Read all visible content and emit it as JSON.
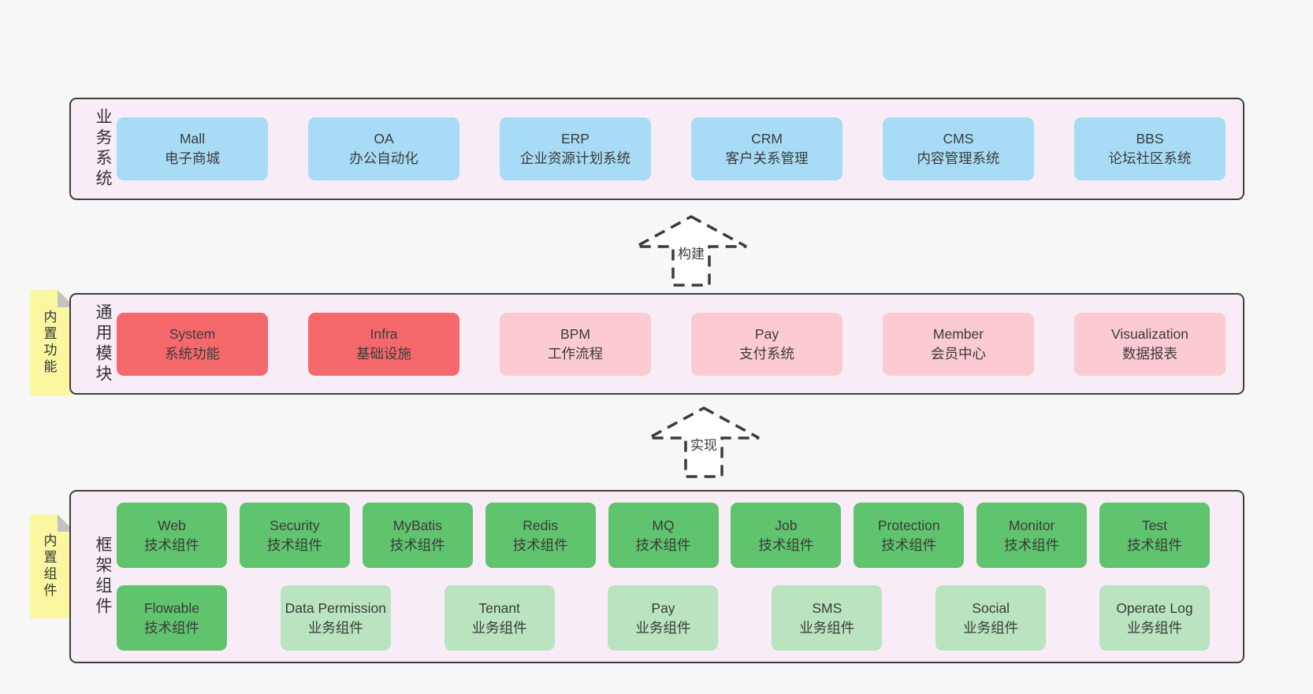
{
  "colors": {
    "page_bg": "#f7f7f7",
    "panel_bg": "#f8edf7",
    "panel_border": "#3f3f3f",
    "box_blue": "#a8dbf5",
    "box_red": "#f5696d",
    "box_pink": "#fbcad3",
    "box_green": "#5fc46d",
    "box_light_green": "#b9e4bf",
    "sticky_yellow": "#fbf7a0",
    "sticky_fold": "#c2c2c2",
    "text": "#3b3b3b",
    "arrow_stroke": "#3b3b3b"
  },
  "arrows": [
    {
      "label": "构建"
    },
    {
      "label": "实现"
    }
  ],
  "layers": [
    {
      "label": "业务系统",
      "boxes": [
        {
          "title": "Mall",
          "subtitle": "电子商城"
        },
        {
          "title": "OA",
          "subtitle": "办公自动化"
        },
        {
          "title": "ERP",
          "subtitle": "企业资源计划系统"
        },
        {
          "title": "CRM",
          "subtitle": "客户关系管理"
        },
        {
          "title": "CMS",
          "subtitle": "内容管理系统"
        },
        {
          "title": "BBS",
          "subtitle": "论坛社区系统"
        }
      ]
    },
    {
      "label": "通用模块",
      "note": "内置功能",
      "boxes": [
        {
          "title": "System",
          "subtitle": "系统功能"
        },
        {
          "title": "Infra",
          "subtitle": "基础设施"
        },
        {
          "title": "BPM",
          "subtitle": "工作流程"
        },
        {
          "title": "Pay",
          "subtitle": "支付系统"
        },
        {
          "title": "Member",
          "subtitle": "会员中心"
        },
        {
          "title": "Visualization",
          "subtitle": "数据报表"
        }
      ]
    },
    {
      "label": "框架组件",
      "note": "内置组件",
      "boxes": [
        {
          "title": "Web",
          "subtitle": "技术组件"
        },
        {
          "title": "Security",
          "subtitle": "技术组件"
        },
        {
          "title": "MyBatis",
          "subtitle": "技术组件"
        },
        {
          "title": "Redis",
          "subtitle": "技术组件"
        },
        {
          "title": "MQ",
          "subtitle": "技术组件"
        },
        {
          "title": "Job",
          "subtitle": "技术组件"
        },
        {
          "title": "Protection",
          "subtitle": "技术组件"
        },
        {
          "title": "Monitor",
          "subtitle": "技术组件"
        },
        {
          "title": "Test",
          "subtitle": "技术组件"
        },
        {
          "title": "Flowable",
          "subtitle": "技术组件"
        },
        {
          "title": "Data Permission",
          "subtitle": "业务组件"
        },
        {
          "title": "Tenant",
          "subtitle": "业务组件"
        },
        {
          "title": "Pay",
          "subtitle": "业务组件"
        },
        {
          "title": "SMS",
          "subtitle": "业务组件"
        },
        {
          "title": "Social",
          "subtitle": "业务组件"
        },
        {
          "title": "Operate Log",
          "subtitle": "业务组件"
        }
      ]
    }
  ]
}
